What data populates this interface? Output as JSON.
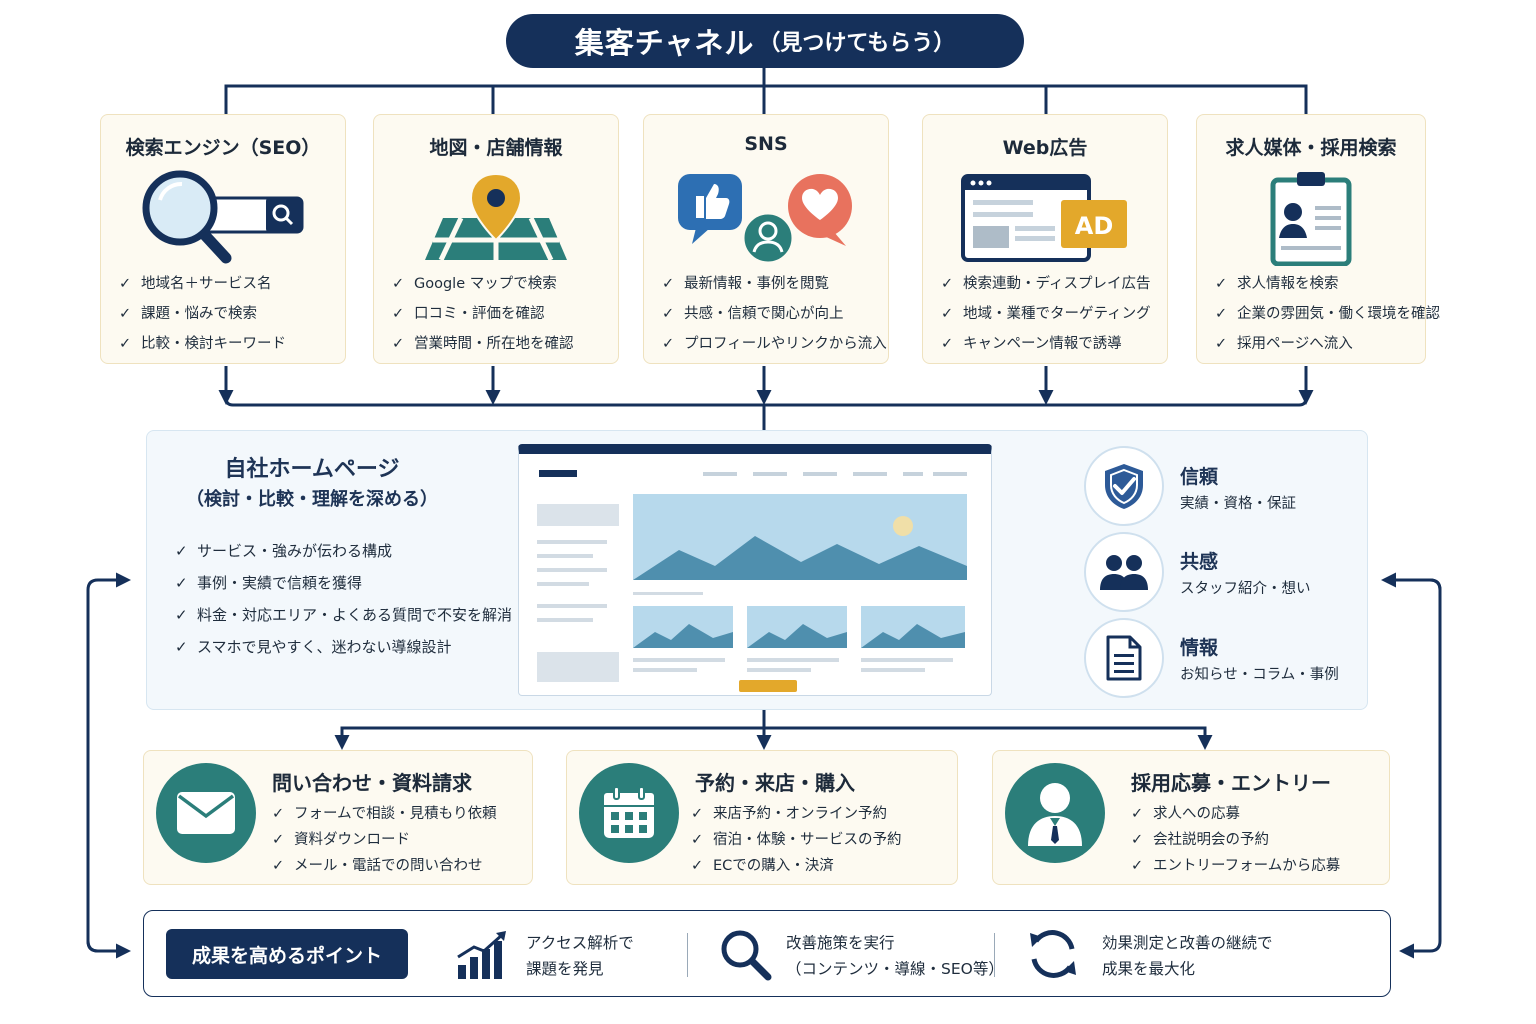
{
  "title": {
    "main": "集客チャネル",
    "sub": "（見つけてもらう）"
  },
  "channels": [
    {
      "title": "検索エンジン（SEO）",
      "icon": "magnifier-search-icon",
      "items": [
        "地域名＋サービス名",
        "課題・悩みで検索",
        "比較・検討キーワード"
      ]
    },
    {
      "title": "地図・店舗情報",
      "icon": "map-pin-icon",
      "items": [
        "Google マップで検索",
        "口コミ・評価を確認",
        "営業時間・所在地を確認"
      ]
    },
    {
      "title": "SNS",
      "icon": "sns-like-heart-icon",
      "items": [
        "最新情報・事例を閲覧",
        "共感・信頼で関心が向上",
        "プロフィールやリンクから流入"
      ]
    },
    {
      "title": "Web広告",
      "icon": "ad-browser-icon",
      "badge": "AD",
      "items": [
        "検索連動・ディスプレイ広告",
        "地域・業種でターゲティング",
        "キャンペーン情報で誘導"
      ]
    },
    {
      "title": "求人媒体・採用検索",
      "icon": "job-clipboard-icon",
      "items": [
        "求人情報を検索",
        "企業の雰囲気・働く環境を確認",
        "採用ページへ流入"
      ]
    }
  ],
  "homepage": {
    "title": "自社ホームページ",
    "subtitle": "（検討・比較・理解を深める）",
    "items": [
      "サービス・強みが伝わる構成",
      "事例・実績で信頼を獲得",
      "料金・対応エリア・よくある質問で不安を解消",
      "スマホで見やすく、迷わない導線設計"
    ]
  },
  "values": [
    {
      "title": "信頼",
      "desc": "実績・資格・保証",
      "icon": "shield-check-icon"
    },
    {
      "title": "共感",
      "desc": "スタッフ紹介・想い",
      "icon": "people-icon"
    },
    {
      "title": "情報",
      "desc": "お知らせ・コラム・事例",
      "icon": "document-icon"
    }
  ],
  "actions": [
    {
      "title": "問い合わせ・資料請求",
      "icon": "envelope-icon",
      "items": [
        "フォームで相談・見積もり依頼",
        "資料ダウンロード",
        "メール・電話での問い合わせ"
      ]
    },
    {
      "title": "予約・来店・購入",
      "icon": "calendar-icon",
      "items": [
        "来店予約・オンライン予約",
        "宿泊・体験・サービスの予約",
        "ECでの購入・決済"
      ]
    },
    {
      "title": "採用応募・エントリー",
      "icon": "applicant-icon",
      "items": [
        "求人への応募",
        "会社説明会の予約",
        "エントリーフォームから応募"
      ]
    }
  ],
  "points": {
    "label": "成果を高めるポイント",
    "items": [
      {
        "lines": [
          "アクセス解析で",
          "課題を発見"
        ],
        "icon": "bar-chart-growth-icon"
      },
      {
        "lines": [
          "改善施策を実行",
          "（コンテンツ・導線・SEO等）"
        ],
        "icon": "search-icon"
      },
      {
        "lines": [
          "効果測定と改善の継続で",
          "成果を最大化"
        ],
        "icon": "cycle-arrows-icon"
      }
    ]
  },
  "colors": {
    "navy": "#15305a",
    "teal": "#2b7e7a",
    "gold": "#e3a82b",
    "coral": "#e8725e",
    "blue": "#2d6fb3",
    "cardBg": "#fdfaf1"
  }
}
